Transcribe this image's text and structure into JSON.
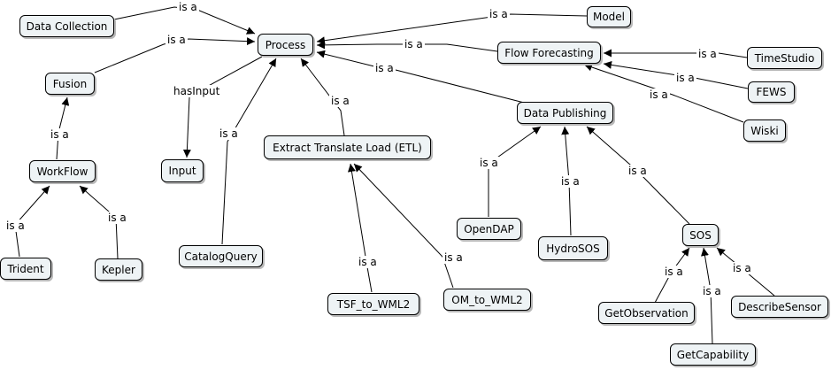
{
  "concept_map": {
    "nodes": {
      "process": "Process",
      "data_collection": "Data Collection",
      "model": "Model",
      "fusion": "Fusion",
      "flow_forecasting": "Flow Forecasting",
      "timestudio": "TimeStudio",
      "fews": "FEWS",
      "wiski": "Wiski",
      "data_publishing": "Data Publishing",
      "workflow": "WorkFlow",
      "input": "Input",
      "etl": "Extract Translate Load (ETL)",
      "opendap": "OpenDAP",
      "hydrosos": "HydroSOS",
      "sos": "SOS",
      "catalogquery": "CatalogQuery",
      "trident": "Trident",
      "kepler": "Kepler",
      "tsf_to_wml2": "TSF_to_WML2",
      "om_to_wml2": "OM_to_WML2",
      "getobservation": "GetObservation",
      "describesensor": "DescribeSensor",
      "getcapability": "GetCapability"
    },
    "links": {
      "data_collection_process": "is a",
      "model_process": "is a",
      "fusion_process": "is a",
      "flow_forecasting_process": "is a",
      "data_publishing_process": "is a",
      "etl_process": "is a",
      "catalogquery_process": "is a",
      "process_input": "hasInput",
      "timestudio_flow": "is a",
      "fews_flow": "is a",
      "wiski_flow": "is a",
      "workflow_fusion": "is a",
      "trident_workflow": "is a",
      "kepler_workflow": "is a",
      "tsf_etl": "is a",
      "om_etl": "is a",
      "opendap_publishing": "is a",
      "hydrosos_publishing": "is a",
      "sos_publishing": "is a",
      "getobservation_sos": "is a",
      "getcapability_sos": "is a",
      "describesensor_sos": "is a"
    }
  },
  "colors": {
    "node_fill": "#eef3f5",
    "node_border": "#000000",
    "node_shadow": "#b8b8b8",
    "edge": "#000000"
  }
}
